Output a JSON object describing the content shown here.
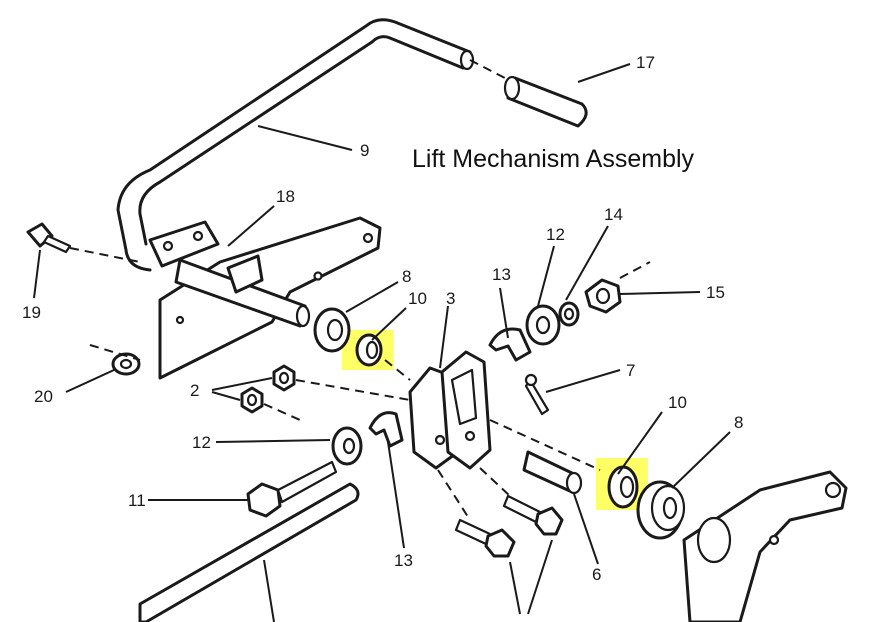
{
  "title": "Lift Mechanism Assembly",
  "highlight_color": "#ffff66",
  "callouts": {
    "c17": "17",
    "c9": "9",
    "c18": "18",
    "c19": "19",
    "c20": "20",
    "c8a": "8",
    "c10a": "10",
    "c3": "3",
    "c13a": "13",
    "c12a": "12",
    "c14": "14",
    "c15": "15",
    "c7": "7",
    "c10b": "10",
    "c8b": "8",
    "c2": "2",
    "c12b": "12",
    "c11": "11",
    "c13b": "13",
    "c6": "6"
  }
}
